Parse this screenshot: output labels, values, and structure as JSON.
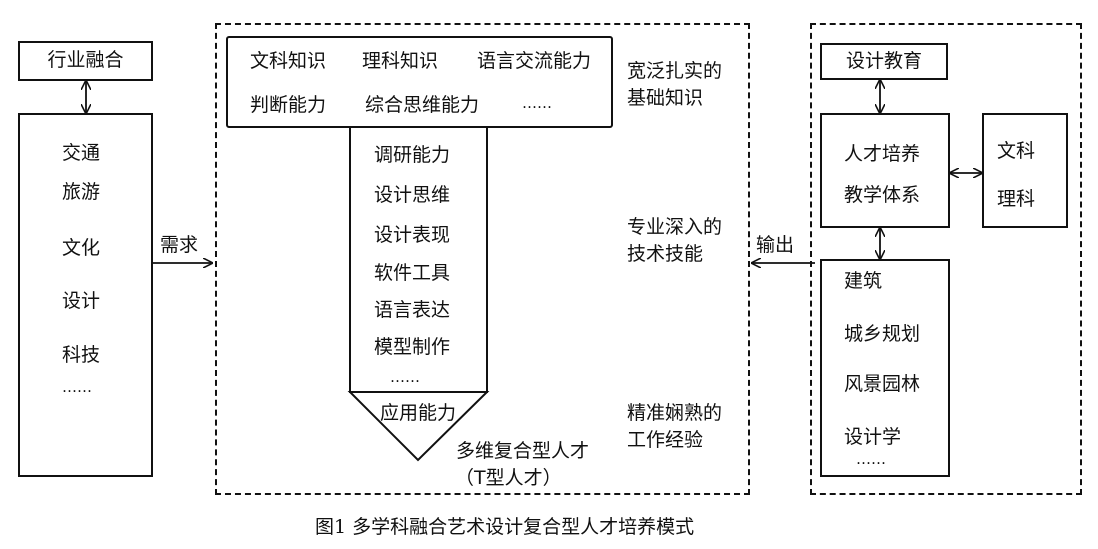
{
  "left": {
    "industry_label": "行业融合",
    "industry_items": [
      "交通",
      "旅游",
      "文化",
      "设计",
      "科技",
      "……"
    ],
    "demand_label": "需求"
  },
  "center": {
    "foundation_row1": [
      "文科知识",
      "理科知识",
      "语言交流能力"
    ],
    "foundation_row2": [
      "判断能力",
      "综合思维能力",
      "……"
    ],
    "stem_items": [
      "调研能力",
      "设计思维",
      "设计表现",
      "软件工具",
      "语言表达",
      "模型制作",
      "……"
    ],
    "tip_label": "应用能力",
    "talent_label_1": "多维复合型人才",
    "talent_label_2": "（T型人才）",
    "annotation_foundation": [
      "宽泛扎实的",
      "基础知识"
    ],
    "annotation_skills": [
      "专业深入的",
      "技术技能"
    ],
    "annotation_experience": [
      "精准娴熟的",
      "工作经验"
    ]
  },
  "right": {
    "education_label": "设计教育",
    "system_lines": [
      "人才培养",
      "教学体系"
    ],
    "disciplines": [
      "文科",
      "理科"
    ],
    "majors": [
      "建筑",
      "城乡规划",
      "风景园林",
      "设计学",
      "……"
    ],
    "output_label": "输出"
  },
  "caption": "图1 多学科融合艺术设计复合型人才培养模式"
}
